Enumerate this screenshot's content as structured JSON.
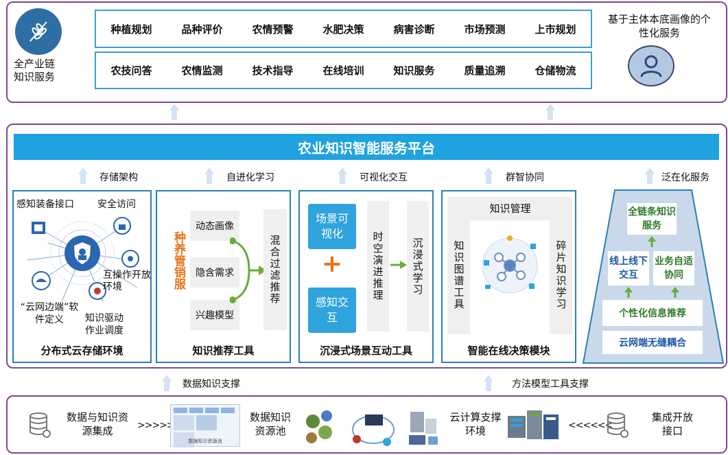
{
  "top": {
    "left_label": "全产业链\n知识服务",
    "right_label": "基于主体本底画像的个性化服务",
    "row1": [
      "种植规划",
      "品种评价",
      "农情预警",
      "水肥决策",
      "病害诊断",
      "市场预测",
      "上市规划"
    ],
    "row2": [
      "农技问答",
      "农情监测",
      "技术指导",
      "在线培训",
      "知识服务",
      "质量追溯",
      "仓储物流"
    ]
  },
  "platform": {
    "title": "农业知识智能服务平台",
    "arrow_labels": [
      "存储架构",
      "自进化学习",
      "可视化交互",
      "群智协同",
      "泛在化服务"
    ]
  },
  "modules": {
    "storage": {
      "title": "分布式云存储环境",
      "labels": [
        "感知装备接口",
        "安全访问",
        "互操作开放环境",
        "“云网边端”软件定义",
        "知识驱动作业调度"
      ]
    },
    "recommend": {
      "title": "知识推荐工具",
      "side": "种养管销服",
      "items": [
        "动态画像",
        "隐含需求",
        "兴趣模型"
      ],
      "result": "混合过滤推荐"
    },
    "immersive": {
      "title": "沉浸式场景互动工具",
      "btn1": "场景可视化",
      "btn2": "感知交互",
      "col1": "时空演进推理",
      "col2": "沉浸式学习",
      "plus": "+"
    },
    "decision": {
      "title": "智能在线决策模块",
      "top": "知识管理",
      "left": "知识图谱工具",
      "right": "碎片知识学习"
    },
    "ubiquitous": {
      "top": "全链条知识服务",
      "mid_left": "线上线下交互",
      "mid_right": "业务自适协同",
      "bar1": "个性化信息推荐",
      "bar2": "云网端无缝耦合"
    }
  },
  "support": {
    "left": "数据知识支撑",
    "right": "方法模型工具支撑"
  },
  "bottom": {
    "data_integration": "数据与知识资源集成",
    "pool": "数据知识资源池",
    "pool_img_caption": "数据知识资源池",
    "cloud_env": "云计算支撑环境",
    "open_interface": "集成开放接口",
    "arrows_right": ">>>>>>",
    "arrows_left": "<<<<<<"
  },
  "colors": {
    "purple": "#7a4a8f",
    "platform_blue": "#1fa2e0",
    "module_border": "#2a7fb5",
    "orange": "#e8751a",
    "green": "#6aab3a"
  }
}
